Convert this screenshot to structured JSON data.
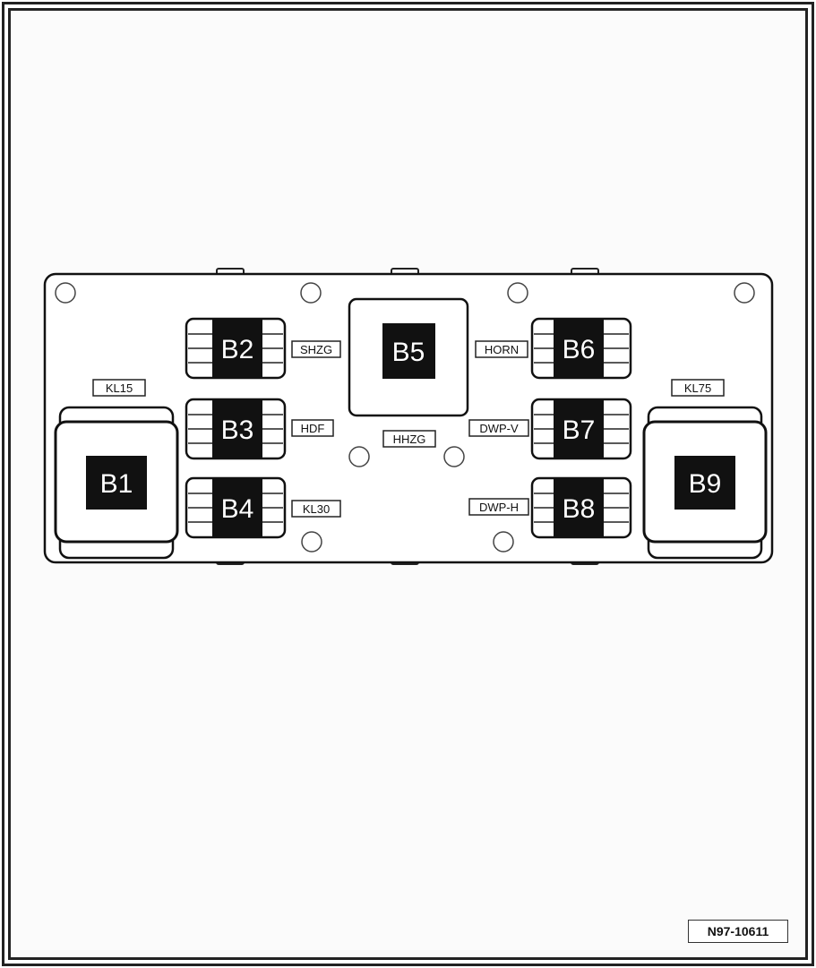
{
  "reference": "N97-10611",
  "relays": {
    "b1": "B1",
    "b2": "B2",
    "b3": "B3",
    "b4": "B4",
    "b5": "B5",
    "b6": "B6",
    "b7": "B7",
    "b8": "B8",
    "b9": "B9"
  },
  "labels": {
    "kl15": "KL15",
    "kl75": "KL75",
    "shzg": "SHZG",
    "hdf": "HDF",
    "kl30": "KL30",
    "hhzg": "HHZG",
    "horn": "HORN",
    "dwp_v": "DWP-V",
    "dwp_h": "DWP-H"
  }
}
